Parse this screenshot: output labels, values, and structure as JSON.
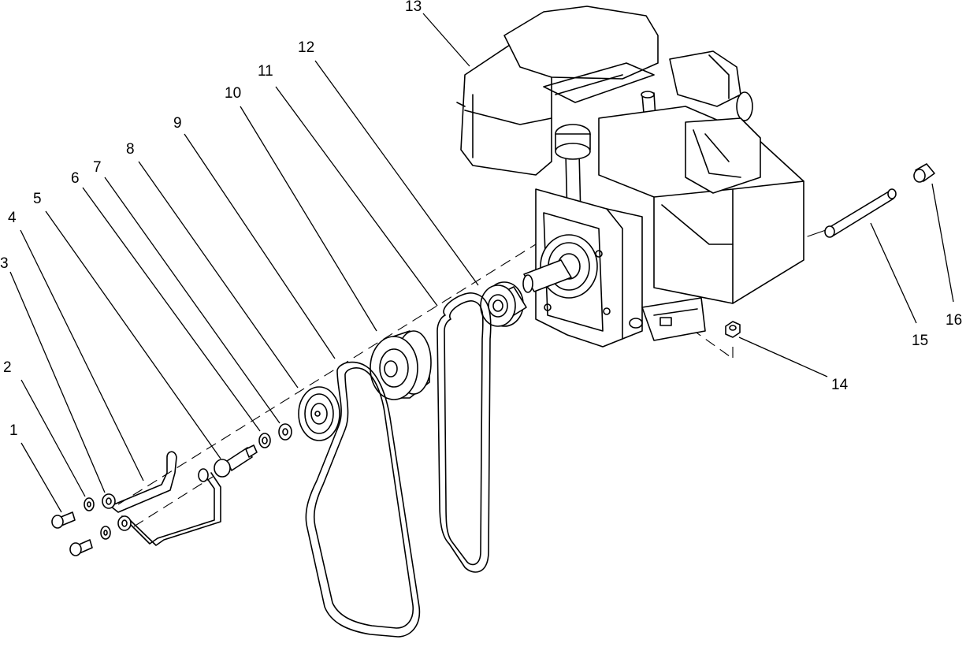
{
  "callouts": [
    "1",
    "2",
    "3",
    "4",
    "5",
    "6",
    "7",
    "8",
    "9",
    "10",
    "11",
    "12",
    "13",
    "14",
    "15",
    "16"
  ]
}
